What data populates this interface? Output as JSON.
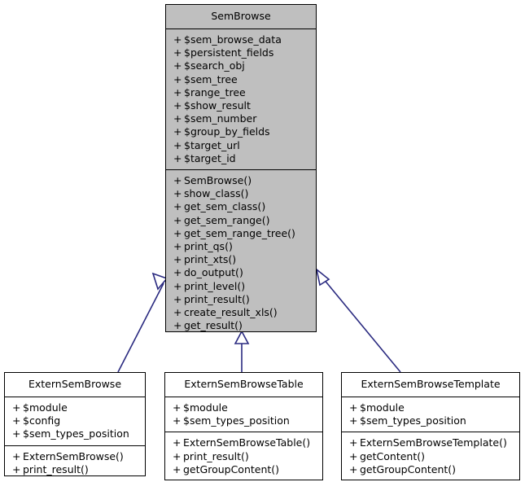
{
  "diagram": {
    "type": "uml-class-diagram",
    "relationship": "generalization",
    "arrow_color": "#2a2a80",
    "base_fill": "#bfbfbf",
    "subclass_fill": "#ffffff",
    "border_color": "#000000",
    "background": "#ffffff"
  },
  "classes": {
    "base": {
      "name": "SemBrowse",
      "attributes": [
        {
          "visibility": "+",
          "label": "$sem_browse_data"
        },
        {
          "visibility": "+",
          "label": "$persistent_fields"
        },
        {
          "visibility": "+",
          "label": "$search_obj"
        },
        {
          "visibility": "+",
          "label": "$sem_tree"
        },
        {
          "visibility": "+",
          "label": "$range_tree"
        },
        {
          "visibility": "+",
          "label": "$show_result"
        },
        {
          "visibility": "+",
          "label": "$sem_number"
        },
        {
          "visibility": "+",
          "label": "$group_by_fields"
        },
        {
          "visibility": "+",
          "label": "$target_url"
        },
        {
          "visibility": "+",
          "label": "$target_id"
        }
      ],
      "operations": [
        {
          "visibility": "+",
          "label": "SemBrowse()"
        },
        {
          "visibility": "+",
          "label": "show_class()"
        },
        {
          "visibility": "+",
          "label": "get_sem_class()"
        },
        {
          "visibility": "+",
          "label": "get_sem_range()"
        },
        {
          "visibility": "+",
          "label": "get_sem_range_tree()"
        },
        {
          "visibility": "+",
          "label": "print_qs()"
        },
        {
          "visibility": "+",
          "label": "print_xts()"
        },
        {
          "visibility": "+",
          "label": "do_output()"
        },
        {
          "visibility": "+",
          "label": "print_level()"
        },
        {
          "visibility": "+",
          "label": "print_result()"
        },
        {
          "visibility": "+",
          "label": "create_result_xls()"
        },
        {
          "visibility": "+",
          "label": "get_result()"
        }
      ]
    },
    "derived_left": {
      "name": "ExternSemBrowse",
      "attributes": [
        {
          "visibility": "+",
          "label": "$module"
        },
        {
          "visibility": "+",
          "label": "$config"
        },
        {
          "visibility": "+",
          "label": "$sem_types_position"
        }
      ],
      "operations": [
        {
          "visibility": "+",
          "label": "ExternSemBrowse()"
        },
        {
          "visibility": "+",
          "label": "print_result()"
        }
      ]
    },
    "derived_middle": {
      "name": "ExternSemBrowseTable",
      "attributes": [
        {
          "visibility": "+",
          "label": "$module"
        },
        {
          "visibility": "+",
          "label": "$sem_types_position"
        }
      ],
      "operations": [
        {
          "visibility": "+",
          "label": "ExternSemBrowseTable()"
        },
        {
          "visibility": "+",
          "label": "print_result()"
        },
        {
          "visibility": "+",
          "label": "getGroupContent()"
        }
      ]
    },
    "derived_right": {
      "name": "ExternSemBrowseTemplate",
      "attributes": [
        {
          "visibility": "+",
          "label": "$module"
        },
        {
          "visibility": "+",
          "label": "$sem_types_position"
        }
      ],
      "operations": [
        {
          "visibility": "+",
          "label": "ExternSemBrowseTemplate()"
        },
        {
          "visibility": "+",
          "label": "getContent()"
        },
        {
          "visibility": "+",
          "label": "getGroupContent()"
        }
      ]
    }
  },
  "edges": [
    {
      "from": "ExternSemBrowse",
      "to": "SemBrowse",
      "kind": "inheritance"
    },
    {
      "from": "ExternSemBrowseTable",
      "to": "SemBrowse",
      "kind": "inheritance"
    },
    {
      "from": "ExternSemBrowseTemplate",
      "to": "SemBrowse",
      "kind": "inheritance"
    }
  ]
}
